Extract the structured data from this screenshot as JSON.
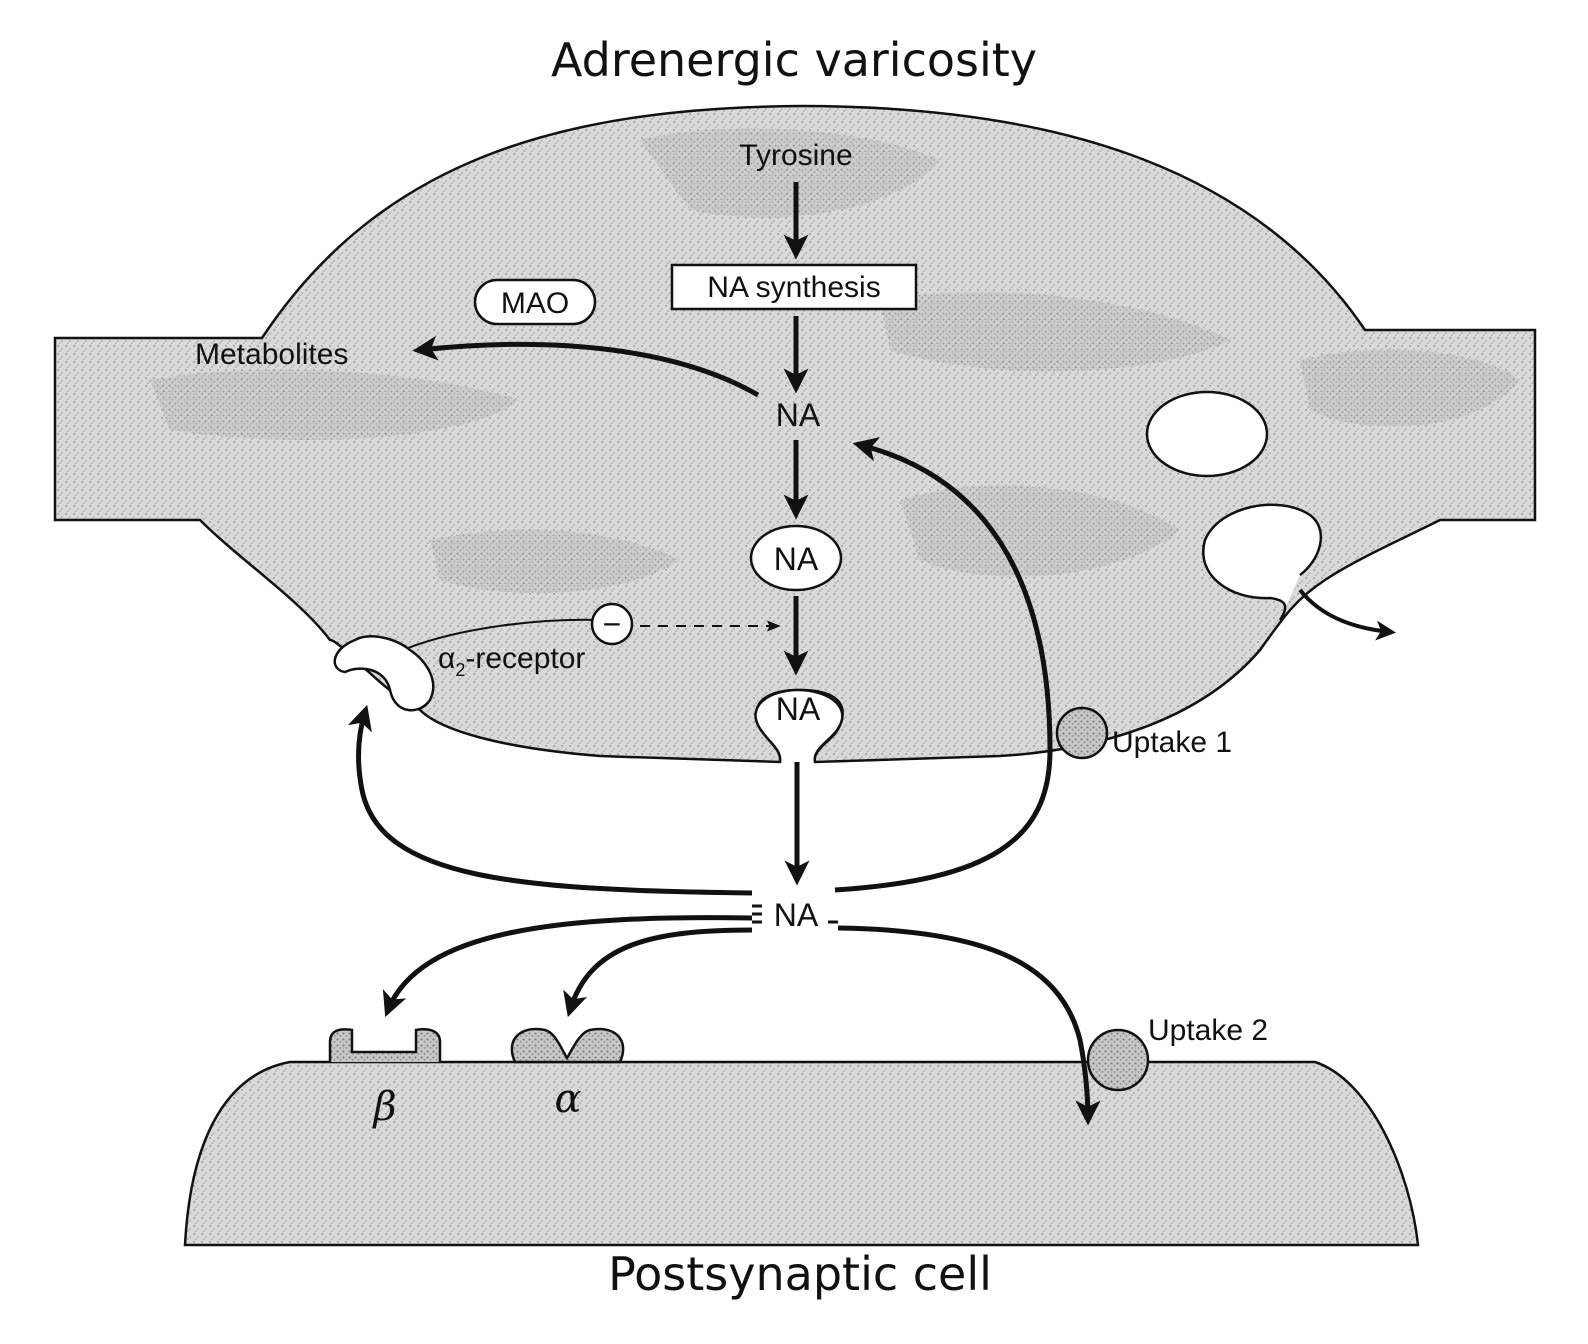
{
  "title_top": "Adrenergic varicosity",
  "title_bottom": "Postsynaptic cell",
  "labels": {
    "tyrosine": "Tyrosine",
    "na_synthesis": "NA synthesis",
    "mao": "MAO",
    "metabolites": "Metabolites",
    "na_cytoplasm": "NA",
    "na_vesicle_1": "NA",
    "na_vesicle_2": "NA",
    "na_synaptic": "NA",
    "inhibition_sign": "−",
    "alpha2_symbol": "α",
    "alpha2_subscript": "2",
    "alpha2_suffix": "-receptor",
    "uptake1": "Uptake 1",
    "uptake2": "Uptake 2",
    "beta": "β",
    "alpha": "α"
  },
  "colors": {
    "ink": "#111111",
    "fill_shade": "#d6d6d6",
    "fill_dark": "#a8a8a8",
    "background": "#ffffff"
  }
}
